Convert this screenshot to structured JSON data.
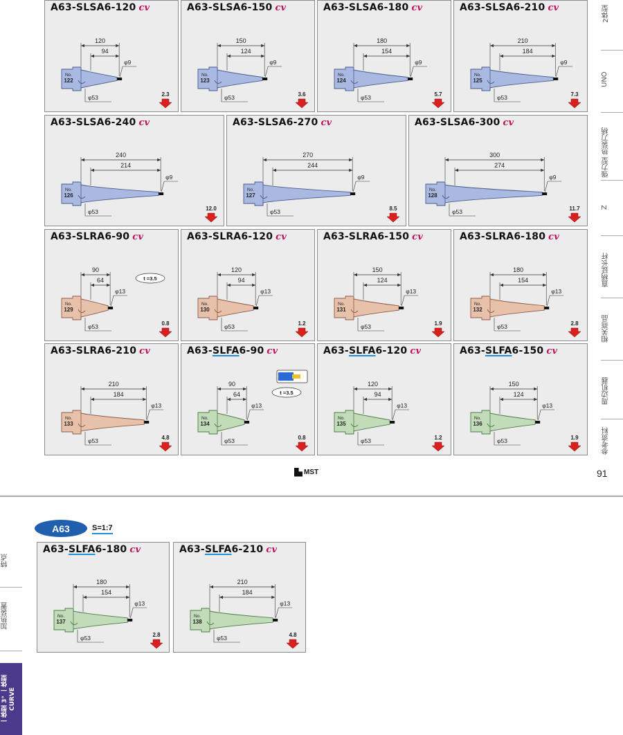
{
  "page_number": "91",
  "brand": "MST",
  "section": {
    "badge": "A63",
    "scale": "S=1:7"
  },
  "right_tabs": [
    "2体型",
    "UNO",
    "强力型 热装刀柄",
    "Z",
    "直柄延长杆",
    "相关商品",
    "周边机器",
    "参考资料"
  ],
  "left_tabs": [
    "特点",
    "加热装置",
    "一体型 3° 一体型 CURVE"
  ],
  "colors": {
    "blue": "#9fb2de",
    "pink": "#e6bba5",
    "green": "#bddab4",
    "arrow": "#d8201e",
    "cv": "#c0105a"
  },
  "cards": [
    {
      "pre": "A63-SLSA6-",
      "post": "120",
      "num": "No.",
      "no": "122",
      "L": "120",
      "l": "94",
      "d": "φ9",
      "D": "φ53",
      "w": "2.3",
      "type": "blue"
    },
    {
      "pre": "A63-SLSA6-",
      "post": "150",
      "num": "No.",
      "no": "123",
      "L": "150",
      "l": "124",
      "d": "φ9",
      "D": "φ53",
      "w": "3.6",
      "type": "blue"
    },
    {
      "pre": "A63-SLSA6-",
      "post": "180",
      "num": "No.",
      "no": "124",
      "L": "180",
      "l": "154",
      "d": "φ9",
      "D": "φ53",
      "w": "5.7",
      "type": "blue"
    },
    {
      "pre": "A63-SLSA6-",
      "post": "210",
      "num": "No.",
      "no": "125",
      "L": "210",
      "l": "184",
      "d": "φ9",
      "D": "φ53",
      "w": "7.3",
      "type": "blue"
    },
    {
      "pre": "A63-SLSA6-",
      "post": "240",
      "num": "No.",
      "no": "126",
      "L": "240",
      "l": "214",
      "d": "φ9",
      "D": "φ53",
      "w": "12.0",
      "type": "blue"
    },
    {
      "pre": "A63-SLSA6-",
      "post": "270",
      "num": "No.",
      "no": "127",
      "L": "270",
      "l": "244",
      "d": "φ9",
      "D": "φ53",
      "w": "8.5",
      "type": "blue"
    },
    {
      "pre": "A63-SLSA6-",
      "post": "300",
      "num": "No.",
      "no": "128",
      "L": "300",
      "l": "274",
      "d": "φ9",
      "D": "φ53",
      "w": "11.7",
      "type": "blue"
    },
    {
      "pre": "A63-SLRA6-",
      "post": "90",
      "num": "No.",
      "no": "129",
      "L": "90",
      "l": "64",
      "d": "φ13",
      "D": "φ53",
      "w": "0.8",
      "type": "pink",
      "t": "t =3.5"
    },
    {
      "pre": "A63-SLRA6-",
      "post": "120",
      "num": "No.",
      "no": "130",
      "L": "120",
      "l": "94",
      "d": "φ13",
      "D": "φ53",
      "w": "1.2",
      "type": "pink"
    },
    {
      "pre": "A63-SLRA6-",
      "post": "150",
      "num": "No.",
      "no": "131",
      "L": "150",
      "l": "124",
      "d": "φ13",
      "D": "φ53",
      "w": "1.9",
      "type": "pink"
    },
    {
      "pre": "A63-SLRA6-",
      "post": "180",
      "num": "No.",
      "no": "132",
      "L": "180",
      "l": "154",
      "d": "φ13",
      "D": "φ53",
      "w": "2.8",
      "type": "pink"
    },
    {
      "pre": "A63-SLRA6-",
      "post": "210",
      "num": "No.",
      "no": "133",
      "L": "210",
      "l": "184",
      "d": "φ13",
      "D": "φ53",
      "w": "4.8",
      "type": "pink"
    },
    {
      "pre": "A63-",
      "mid": "SLFA",
      "pre2": "6-",
      "post": "90",
      "num": "No.",
      "no": "134",
      "L": "90",
      "l": "64",
      "d": "φ13",
      "D": "φ53",
      "w": "0.8",
      "type": "green",
      "t": "t =3.5"
    },
    {
      "pre": "A63-",
      "mid": "SLFA",
      "pre2": "6-",
      "post": "120",
      "num": "No.",
      "no": "135",
      "L": "120",
      "l": "94",
      "d": "φ13",
      "D": "φ53",
      "w": "1.2",
      "type": "green"
    },
    {
      "pre": "A63-",
      "mid": "SLFA",
      "pre2": "6-",
      "post": "150",
      "num": "No.",
      "no": "136",
      "L": "150",
      "l": "124",
      "d": "φ13",
      "D": "φ53",
      "w": "1.9",
      "type": "green"
    },
    {
      "pre": "A63-",
      "mid": "SLFA",
      "pre2": "6-",
      "post": "180",
      "num": "No.",
      "no": "137",
      "L": "180",
      "l": "154",
      "d": "φ13",
      "D": "φ53",
      "w": "2.8",
      "type": "green"
    },
    {
      "pre": "A63-",
      "mid": "SLFA",
      "pre2": "6-",
      "post": "210",
      "num": "No.",
      "no": "138",
      "L": "210",
      "l": "184",
      "d": "φ13",
      "D": "φ53",
      "w": "4.8",
      "type": "green"
    }
  ]
}
